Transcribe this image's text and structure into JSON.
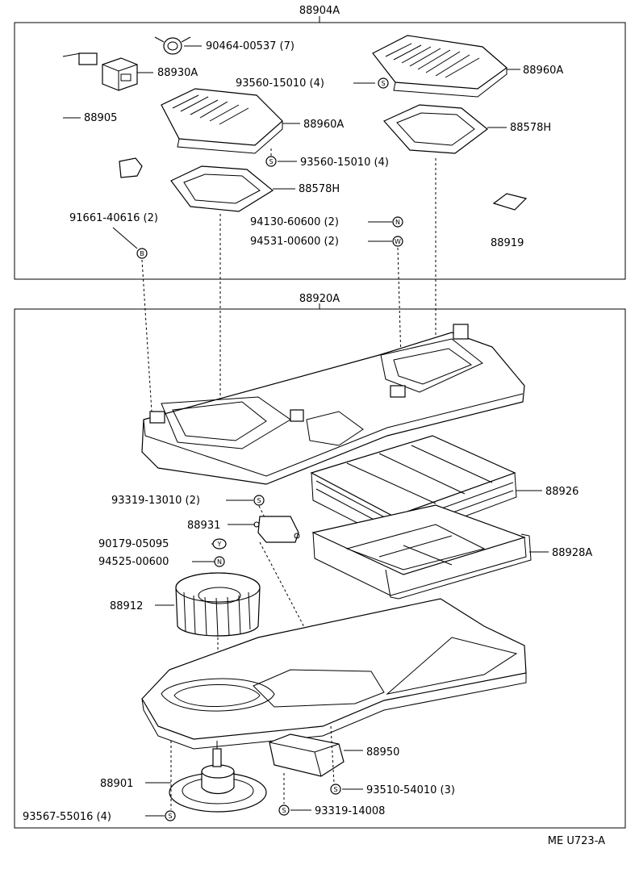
{
  "assemblies": {
    "upper": "88904A",
    "lower": "88920A"
  },
  "parts": {
    "p90464": "90464-00537 (7)",
    "p88930A": "88930A",
    "p93560a": "93560-15010 (4)",
    "p88960A_right": "88960A",
    "p88905": "88905",
    "p88960A_left": "88960A",
    "p88578H_right": "88578H",
    "p93560b": "93560-15010 (4)",
    "p88578H_left": "88578H",
    "p91661": "91661-40616 (2)",
    "p94130": "94130-60600 (2)",
    "p94531": "94531-00600 (2)",
    "p88919": "88919",
    "p93319a": "93319-13010 (2)",
    "p88926": "88926",
    "p88931": "88931",
    "p88928A": "88928A",
    "p90179": "90179-05095",
    "p94525": "94525-00600",
    "p88912": "88912",
    "p88950": "88950",
    "p88901": "88901",
    "p93510": "93510-54010 (3)",
    "p93319b": "93319-14008",
    "p93567": "93567-55016 (4)"
  },
  "symbols": {
    "screw": "S",
    "nut": "N",
    "washer": "W",
    "bolt": "B",
    "clip": "Y"
  },
  "diagram_code": "ME U723-A"
}
